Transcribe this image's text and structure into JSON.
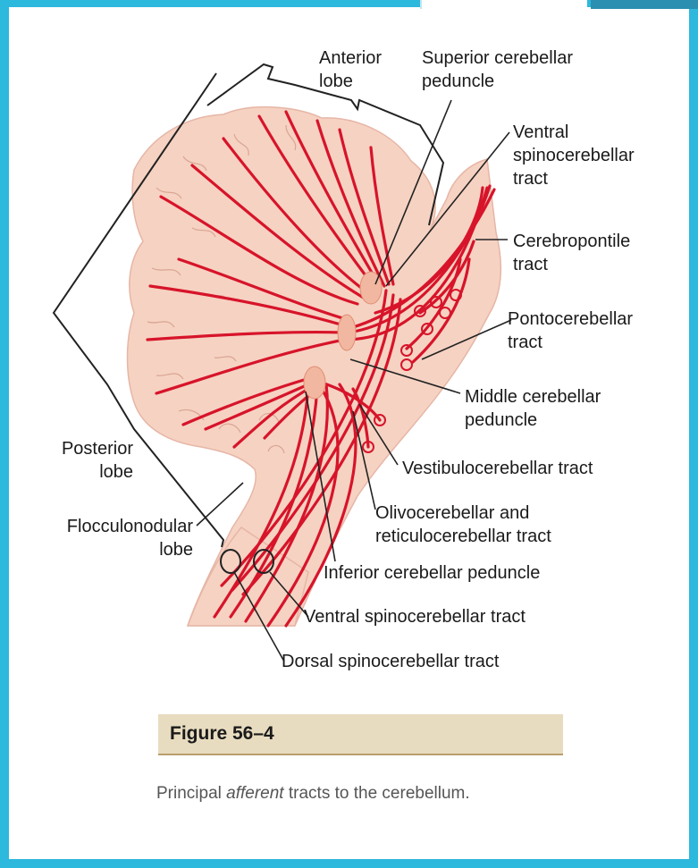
{
  "labels": {
    "anterior_lobe": "Anterior\nlobe",
    "superior_cerebellar_peduncle": "Superior cerebellar\npeduncle",
    "ventral_spinocerebellar_tract_top": "Ventral\nspinocerebellar\ntract",
    "cerebropontile_tract": "Cerebropontile\ntract",
    "pontocerebellar_tract": "Pontocerebellar\ntract",
    "middle_cerebellar_peduncle": "Middle cerebellar\npeduncle",
    "vestibulocerebellar_tract": "Vestibulocerebellar tract",
    "olivocerebellar_reticulocerebellar_tract": "Olivocerebellar and\nreticulocerebellar tract",
    "inferior_cerebellar_peduncle": "Inferior cerebellar peduncle",
    "ventral_spinocerebellar_tract_bottom": "Ventral spinocerebellar tract",
    "dorsal_spinocerebellar_tract": "Dorsal spinocerebellar tract",
    "posterior_lobe": "Posterior\nlobe",
    "flocculonodular_lobe": "Flocculonodular\nlobe"
  },
  "caption": {
    "title": "Figure 56–4",
    "text_before": "Principal ",
    "text_italic": "afferent",
    "text_after": " tracts to the cerebellum."
  },
  "colors": {
    "frame": "#2db8dd",
    "tissue": "#f6d2c2",
    "tract": "#d7142a",
    "caption_bar": "#e8dcc0"
  }
}
